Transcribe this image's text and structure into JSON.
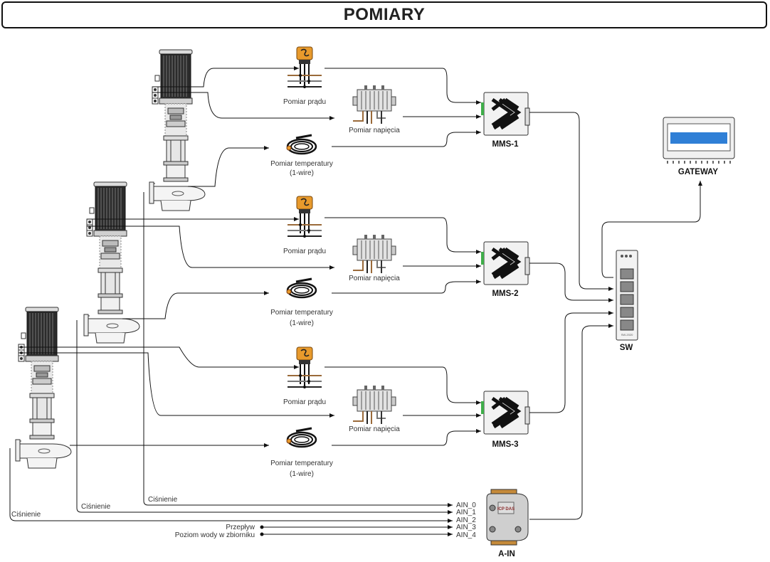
{
  "title": "POMIARY",
  "measurements": {
    "current": "Pomiar prądu",
    "voltage": "Pomiar napięcia",
    "temp_line1": "Pomiar temperatury",
    "temp_line2": "(1-wire)"
  },
  "devices": {
    "mms1": "MMS-1",
    "mms2": "MMS-2",
    "mms3": "MMS-3",
    "gateway": "GATEWAY",
    "switch": "SW",
    "ain_module": "A-IN",
    "ain_module_logo": "ICP DAS",
    "switch_model": "SW-2020"
  },
  "pressure_label": "Ciśnienie",
  "flow_label": "Przepływ",
  "water_level_label": "Poziom wody w zbiorniku",
  "ain_inputs": [
    "AIN_0",
    "AIN_1",
    "AIN_2",
    "AIN_3",
    "AIN_4"
  ],
  "colors": {
    "mms_green": "#3fae49",
    "gateway_blue": "#2f7fd6",
    "sensor_orange": "#e89a2c",
    "cable_brown": "#9a6a3a"
  },
  "icons": [
    "pump-motor",
    "current-sensor",
    "voltage-terminal-block",
    "temperature-probe",
    "mms-module",
    "network-switch",
    "gateway",
    "analog-input-module"
  ]
}
